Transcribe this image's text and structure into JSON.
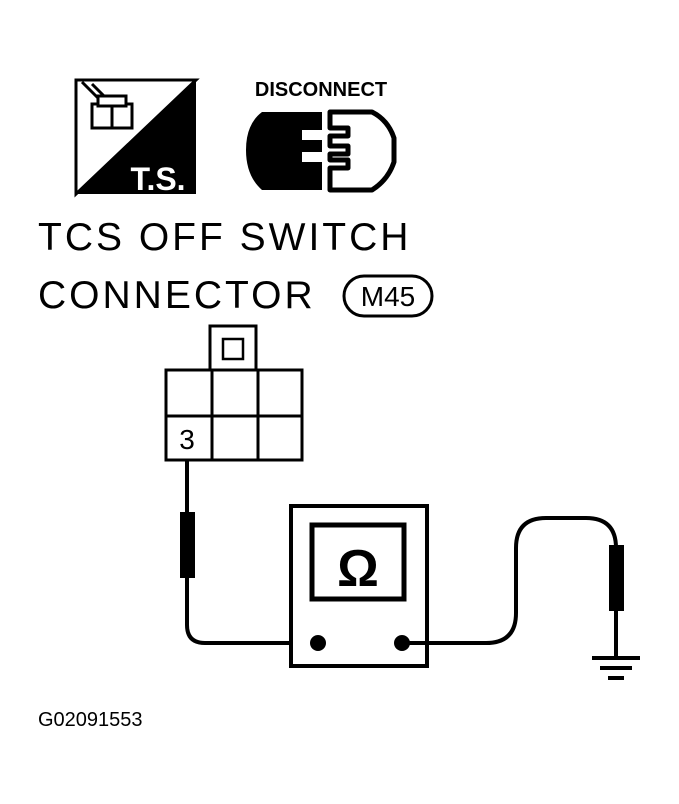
{
  "ts_icon": {
    "label": "T.S.",
    "icon": "tester-connector-icon"
  },
  "disconnect_icon": {
    "label": "DISCONNECT",
    "icon": "connector-disconnect-icon"
  },
  "title": {
    "line1": "TCS OFF SWITCH",
    "line2": "CONNECTOR"
  },
  "connector_id": "M45",
  "connector": {
    "terminal_label": "3"
  },
  "meter": {
    "symbol": "Ω"
  },
  "reference_code": "G02091553"
}
